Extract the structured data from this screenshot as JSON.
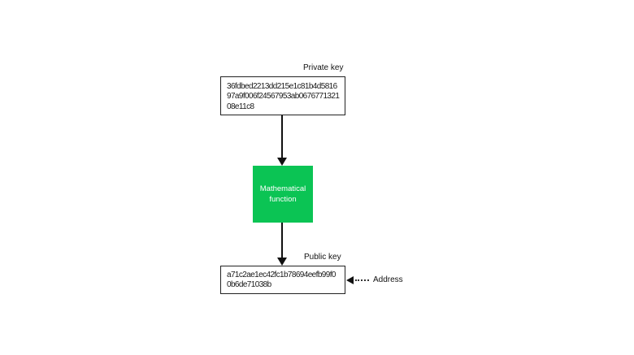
{
  "diagram": {
    "private_key": {
      "label": "Private key",
      "value_lines": [
        "36fdbed2213dd215e1c81b4d5816",
        "97a9f006f24567953ab0676771321",
        "08e11c8"
      ]
    },
    "function_box": {
      "label": "Mathematical function",
      "background": "#0bc454"
    },
    "public_key": {
      "label": "Public key",
      "value_lines": [
        "a71c2ae1ec42fc1b78694eefb99f0",
        "0b6de71038b"
      ]
    },
    "address_label": "Address",
    "colors": {
      "arrow": "#111111",
      "box_border": "#222222",
      "function_green": "#0bc454"
    }
  }
}
